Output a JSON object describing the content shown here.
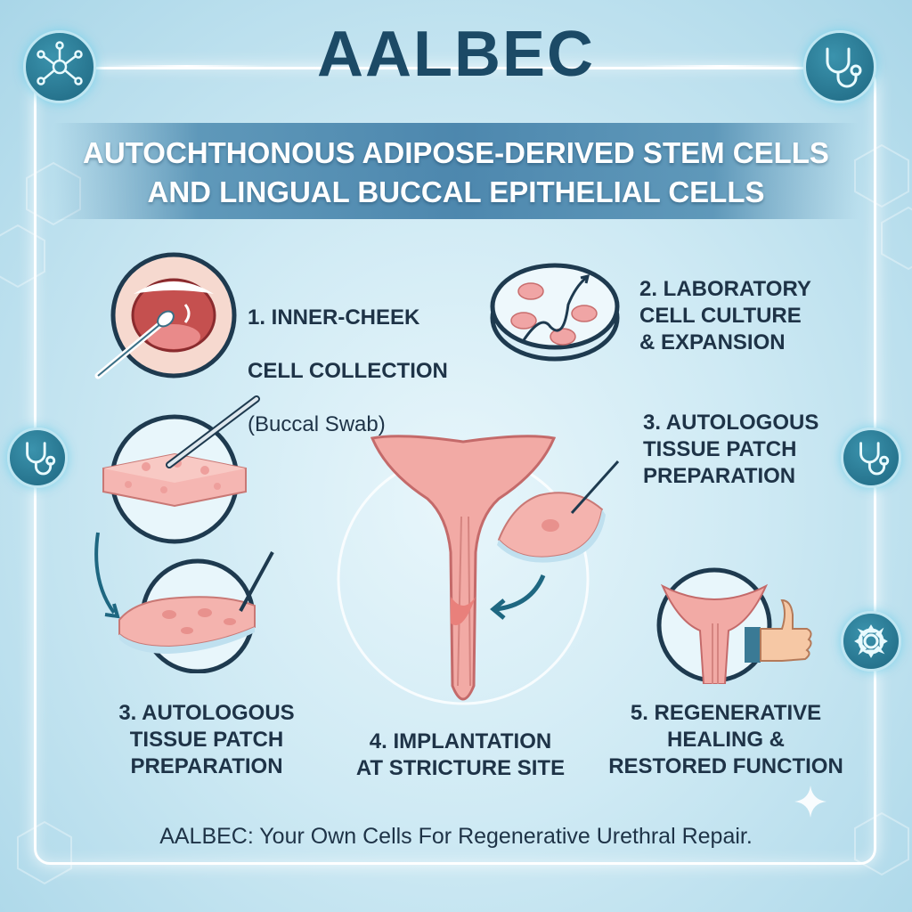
{
  "header": {
    "title": "AALBEC",
    "subtitle_line1": "AUTOCHTHONOUS ADIPOSE-DERIVED STEM CELLS",
    "subtitle_line2": "AND LINGUAL BUCCAL EPITHELIAL CELLS"
  },
  "steps": {
    "s1_line1": "1. INNER-CHEEK",
    "s1_line2": "CELL COLLECTION",
    "s1_line3": "(Buccal Swab)",
    "s2": "2. LABORATORY\nCELL CULTURE\n& EXPANSION",
    "s3a": "3. AUTOLOGOUS\nTISSUE PATCH\nPREPARATION",
    "s3b": "3. AUTOLOGOUS\nTISSUE PATCH\nPREPARATION",
    "s4": "4. IMPLANTATION\nAT STRICTURE SITE",
    "s5": "5. REGENERATIVE\nHEALING &\nRESTORED FUNCTION"
  },
  "footer": {
    "text": "AALBEC: Your Own Cells For Regenerative Urethral Repair."
  },
  "icons": {
    "top_left": "molecule-icon",
    "top_right": "stethoscope-icon",
    "mid_left": "stethoscope-icon",
    "mid_right": "stethoscope-icon",
    "bottom_right": "gear-icon"
  },
  "colors": {
    "title": "#1c4a66",
    "tissue": "#f2a9a8",
    "accent": "#1e6781",
    "outline": "#1e3a4f"
  }
}
